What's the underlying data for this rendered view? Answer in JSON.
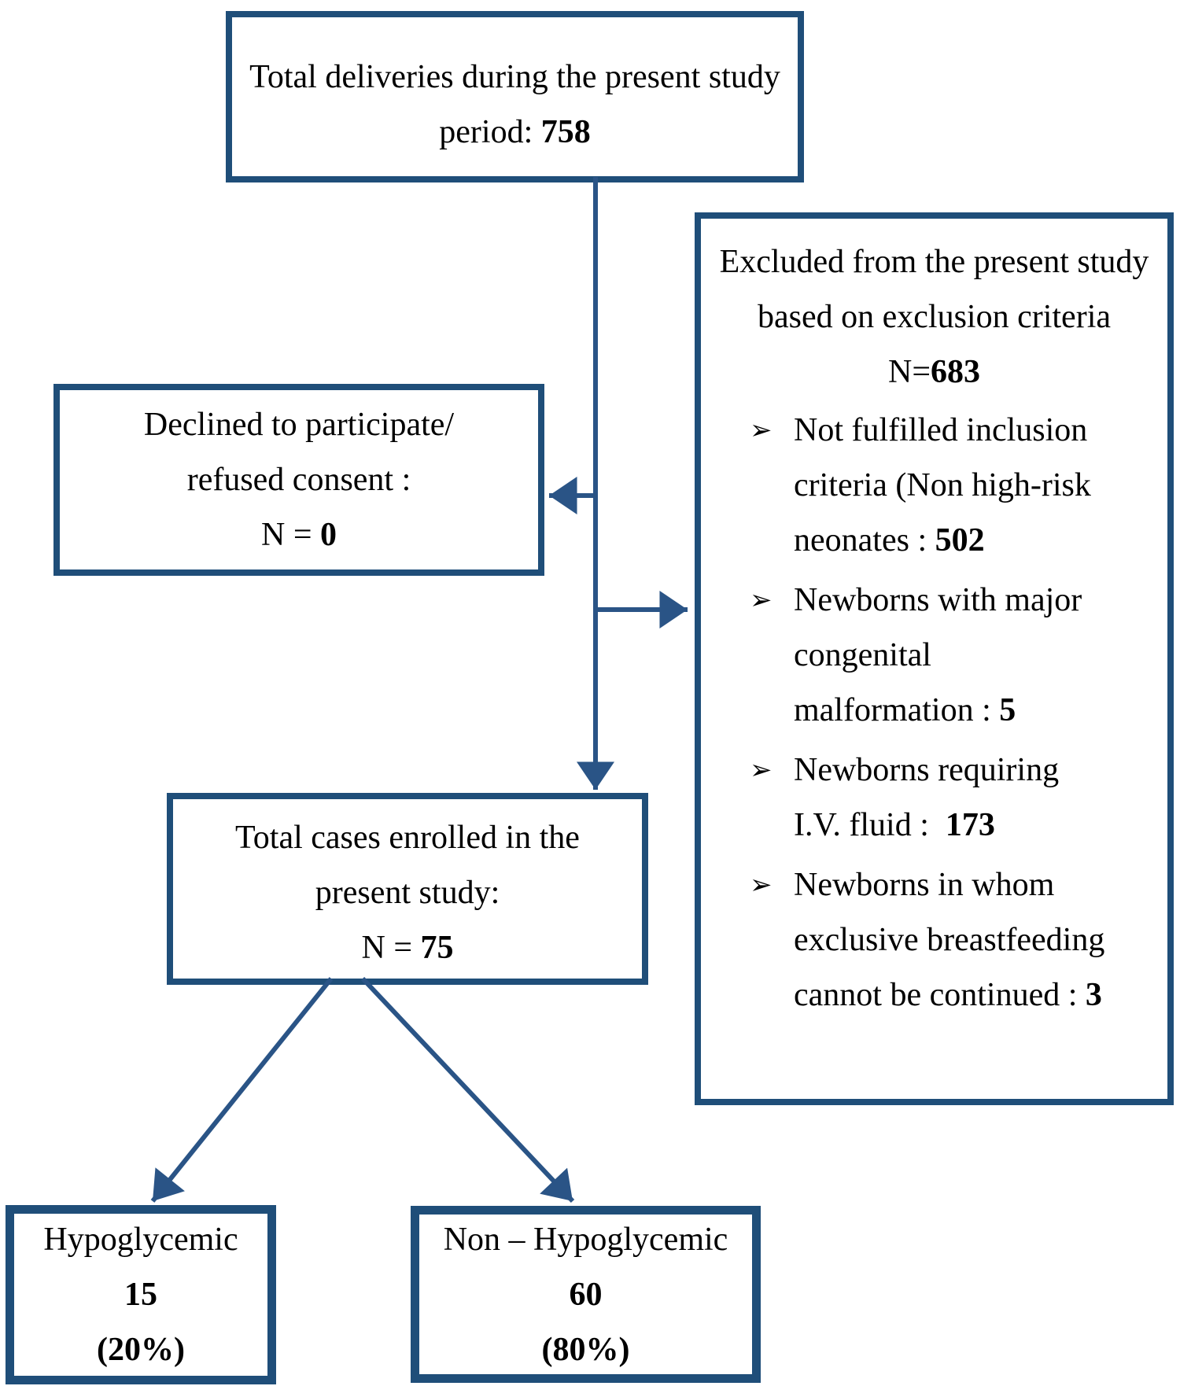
{
  "colors": {
    "box_border": "#1f4e79",
    "connector": "#2a5486",
    "text": "#000000",
    "background": "#ffffff"
  },
  "top_box": {
    "line1": "Total deliveries during the present study",
    "line2_prefix": "period: ",
    "line2_value": "758"
  },
  "declined_box": {
    "line1": "Declined to participate/",
    "line2": "refused consent :",
    "line3_prefix": "N = ",
    "line3_value": "0"
  },
  "excluded_box": {
    "header_line1": "Excluded from the present study",
    "header_line2": "based on exclusion criteria",
    "header_line3_prefix": "N=",
    "header_line3_value": "683",
    "bullet_marker": "➢",
    "items": [
      {
        "lines": [
          {
            "text": "Not fulfilled inclusion"
          },
          {
            "text": "criteria (Non high-risk"
          },
          {
            "text": "neonates : ",
            "bold": "502"
          }
        ]
      },
      {
        "lines": [
          {
            "text": "Newborns with major"
          },
          {
            "text": "congenital"
          },
          {
            "text": "malformation : ",
            "bold": "5"
          }
        ]
      },
      {
        "lines": [
          {
            "text": "Newborns requiring"
          },
          {
            "text": "I.V. fluid :  ",
            "bold": "173"
          }
        ]
      },
      {
        "lines": [
          {
            "text": "Newborns in whom"
          },
          {
            "text": "exclusive breastfeeding"
          },
          {
            "text": "cannot be continued : ",
            "bold": "3"
          }
        ]
      }
    ]
  },
  "enrolled_box": {
    "line1": "Total cases enrolled in the",
    "line2": "present study:",
    "line3_prefix": "N = ",
    "line3_value": "75"
  },
  "hypoglycemic_box": {
    "label": "Hypoglycemic",
    "count": "15",
    "percent": "(20%)"
  },
  "non_hypoglycemic_box": {
    "label": "Non – Hypoglycemic",
    "count": "60",
    "percent": "(80%)"
  }
}
